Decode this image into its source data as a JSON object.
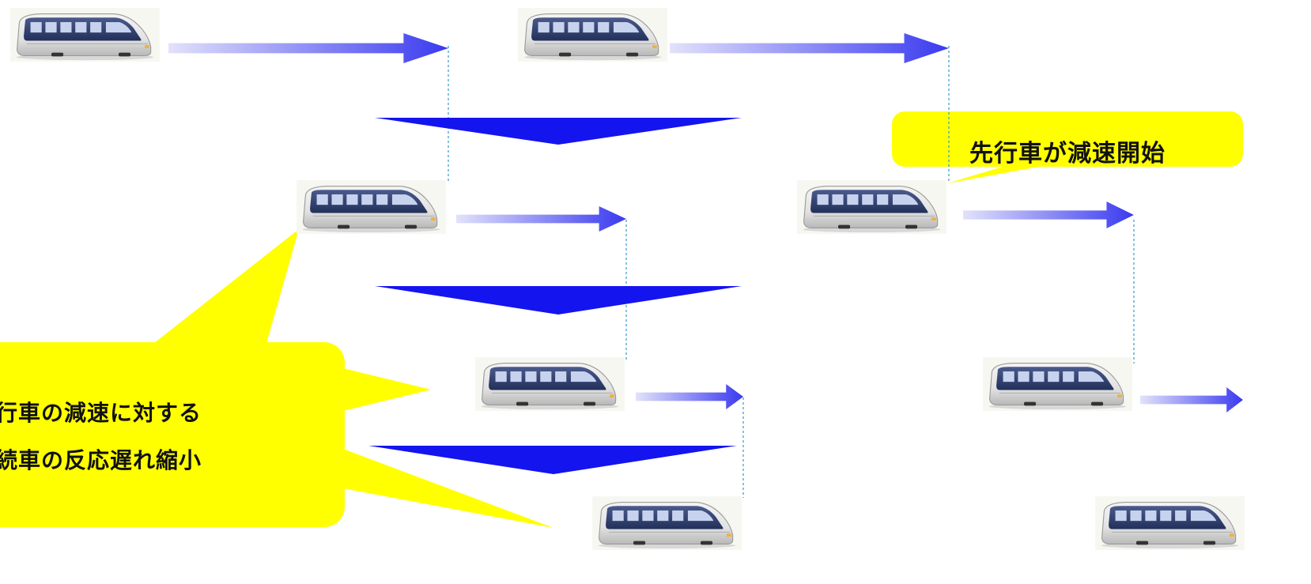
{
  "callouts": {
    "leading_vehicle": "先行車が減速開始",
    "following_line1": "先行車の減速に対する",
    "following_line2": "後続車の反応遅れ縮小"
  },
  "colors": {
    "callout_fill": "#ffff00",
    "step_arrow": "#1414ee",
    "motion_arrow_start": "#dcdcfa",
    "motion_arrow_end": "#3c3cf0",
    "guide_line": "#3399cc"
  },
  "icons": {
    "vehicle": "bus-icon",
    "motion": "motion-arrow-icon",
    "step": "step-down-arrow-icon"
  }
}
